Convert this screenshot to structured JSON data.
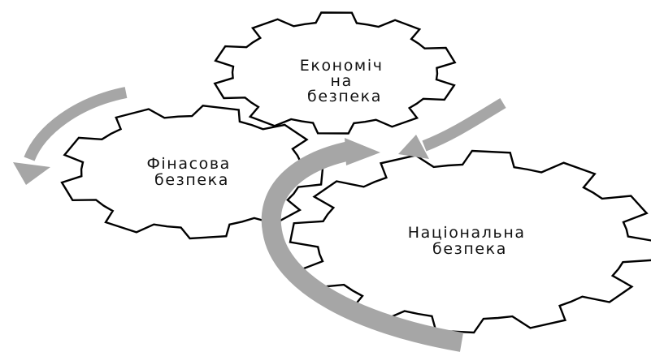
{
  "diagram": {
    "gears": [
      {
        "id": "economic",
        "label_lines": [
          "Економіч",
          "на",
          "безпека"
        ]
      },
      {
        "id": "financial",
        "label_lines": [
          "Фінасова",
          "безпека"
        ]
      },
      {
        "id": "national",
        "label_lines": [
          "Національна",
          "безпека"
        ]
      }
    ]
  },
  "colors": {
    "gear_stroke": "#000000",
    "gear_fill": "#ffffff",
    "arrow": "#a6a6a6",
    "text": "#111111"
  }
}
